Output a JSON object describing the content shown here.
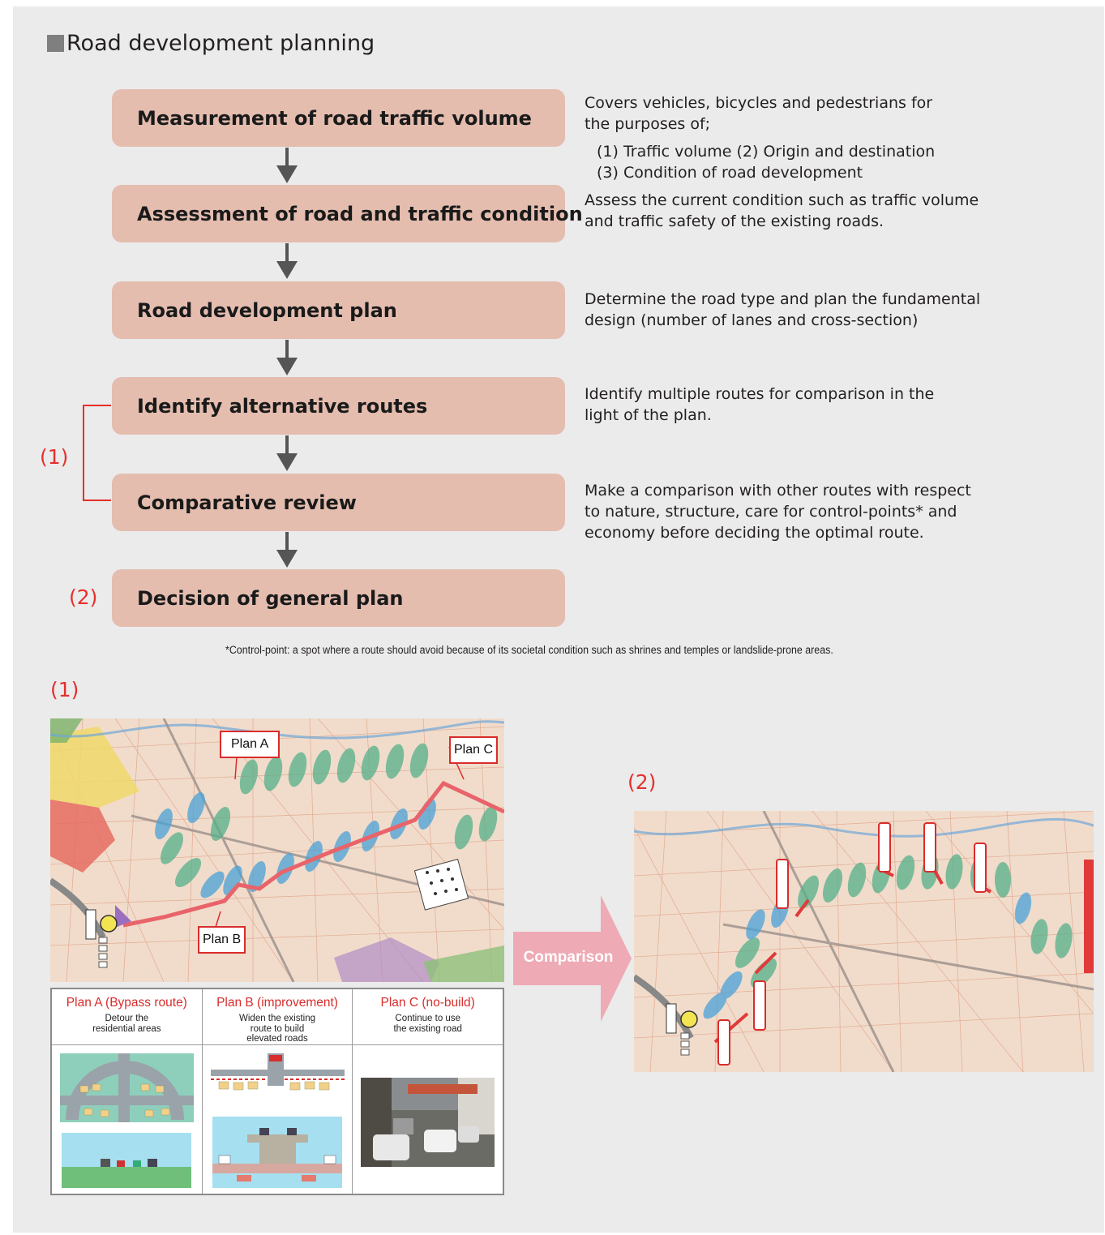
{
  "title": "Road development planning",
  "steps": [
    {
      "label": "Measurement of road traffic volume"
    },
    {
      "label": "Assessment of road and traffic condition"
    },
    {
      "label": "Road development plan"
    },
    {
      "label": "Identify alternative routes"
    },
    {
      "label": "Comparative review"
    },
    {
      "label": "Decision of general plan"
    }
  ],
  "descriptions": {
    "d1": {
      "line1": "Covers vehicles, bicycles and pedestrians for",
      "line2": "the purposes of;",
      "line3": "(1) Traffic volume (2) Origin and destination",
      "line4": "(3) Condition of road development"
    },
    "d2": {
      "line1": "Assess the current condition such as traffic volume",
      "line2": "and traffic safety of the existing roads."
    },
    "d3": {
      "line1": "Determine the road type and plan the fundamental",
      "line2": "design (number of lanes and cross-section)"
    },
    "d4": {
      "line1": "Identify multiple routes for comparison in the",
      "line2": "light of the plan."
    },
    "d5": {
      "line1": "Make a comparison with other routes with respect",
      "line2": "to nature, structure, care for control-points* and",
      "line3": "economy before deciding the optimal route."
    }
  },
  "markers": {
    "bracket_label": "(1)",
    "decision_label": "(2)",
    "section1_label": "(1)",
    "section2_label": "(2)"
  },
  "footnote": "*Control-point: a spot where a route should avoid because of its societal condition such as shrines and temples or landslide-prone areas.",
  "map_labels": {
    "plan_a": "Plan A",
    "plan_b": "Plan B",
    "plan_c": "Plan C"
  },
  "plans": [
    {
      "name": "Plan A (Bypass route)",
      "desc": "Detour the\nresidential areas"
    },
    {
      "name": "Plan B (improvement)",
      "desc": "Widen the existing\nroute to build\nelevated roads"
    },
    {
      "name": "Plan C (no-build)",
      "desc": "Continue to use\nthe existing road"
    }
  ],
  "comparison_label": "Comparison",
  "colors": {
    "step_fill": "#e4bdaf",
    "accent_red": "#e5302b",
    "panel_bg": "#ebebec",
    "arrow": "#555555",
    "comparison_arrow": "#eeaab5"
  }
}
